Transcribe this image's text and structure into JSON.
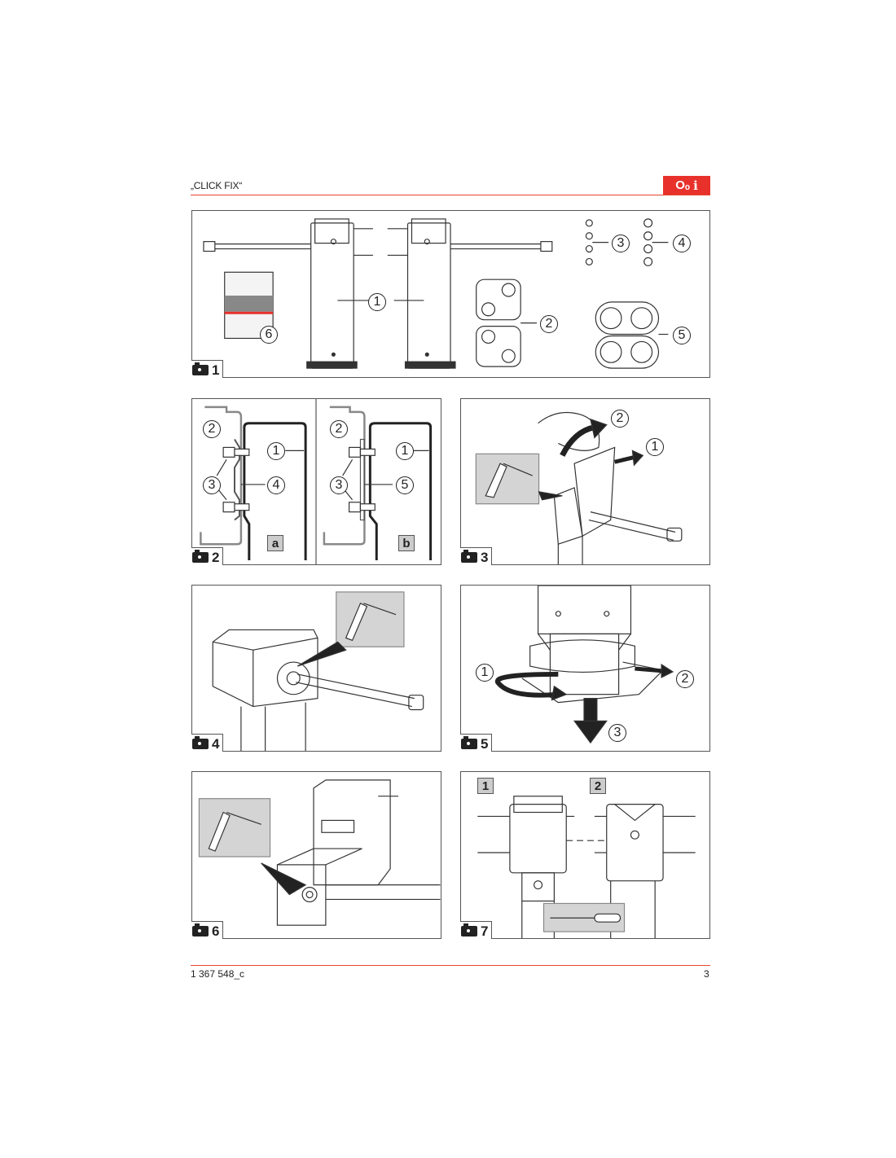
{
  "header": {
    "title": "„CLICK FIX“",
    "badge_icons": [
      "key-icon",
      "info-icon"
    ],
    "badge_keys": "Oₒ",
    "badge_info": "i"
  },
  "accent_color": "#e8312a",
  "figures": [
    {
      "number": "1",
      "callouts": [
        "1",
        "2",
        "3",
        "4",
        "5",
        "6"
      ]
    },
    {
      "number": "2",
      "callouts": [
        "2",
        "1",
        "3",
        "4",
        "2",
        "1",
        "3",
        "5"
      ],
      "variants": [
        "a",
        "b"
      ]
    },
    {
      "number": "3",
      "callouts": [
        "2",
        "1"
      ]
    },
    {
      "number": "4",
      "callouts": []
    },
    {
      "number": "5",
      "callouts": [
        "1",
        "2",
        "3"
      ]
    },
    {
      "number": "6",
      "callouts": []
    },
    {
      "number": "7",
      "callouts": [],
      "steps": [
        "1",
        "2"
      ]
    }
  ],
  "footer": {
    "doc_number": "1 367 548_c",
    "page": "3"
  }
}
